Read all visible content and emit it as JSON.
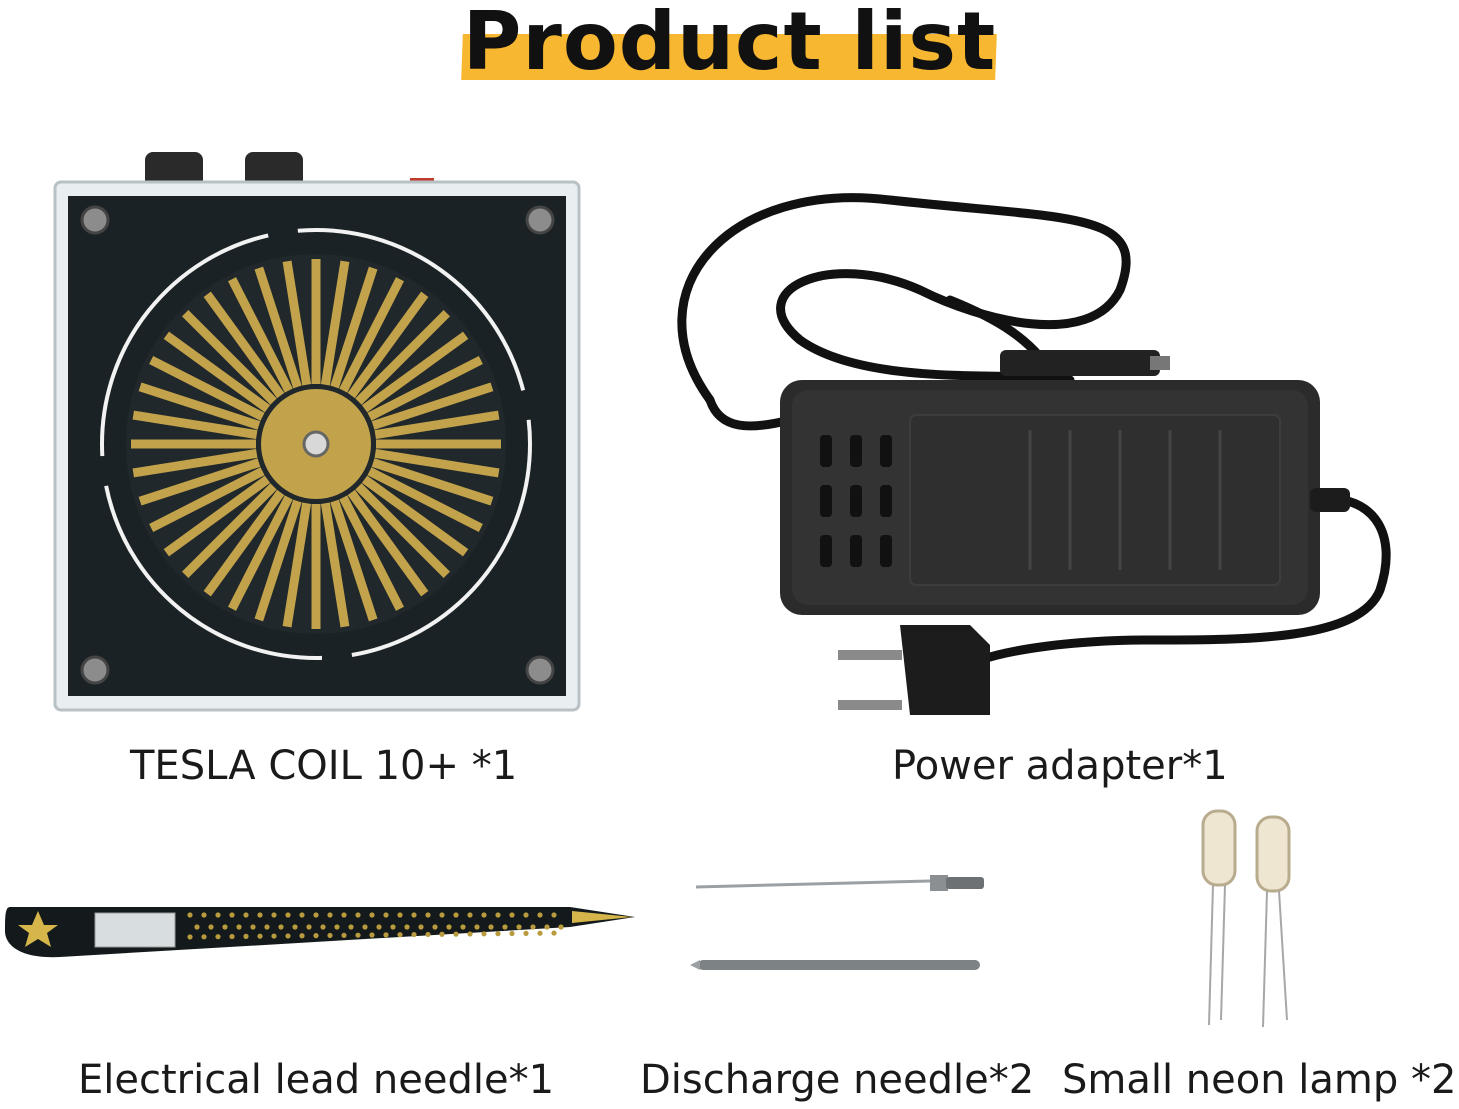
{
  "title": "Product list",
  "colors": {
    "accent": "#f7b731",
    "coil_gold": "#c2a24a",
    "board": "#1b2226"
  },
  "items": [
    {
      "label": "TESLA COIL 10+ *1",
      "icon": "tesla-coil-image"
    },
    {
      "label": "Power adapter*1",
      "icon": "power-adapter-image"
    },
    {
      "label": "Electrical lead needle*1",
      "icon": "lead-needle-image"
    },
    {
      "label": "Discharge needle*2",
      "icon": "discharge-needle-image"
    },
    {
      "label": "Small neon lamp *2",
      "icon": "neon-lamp-image"
    }
  ]
}
